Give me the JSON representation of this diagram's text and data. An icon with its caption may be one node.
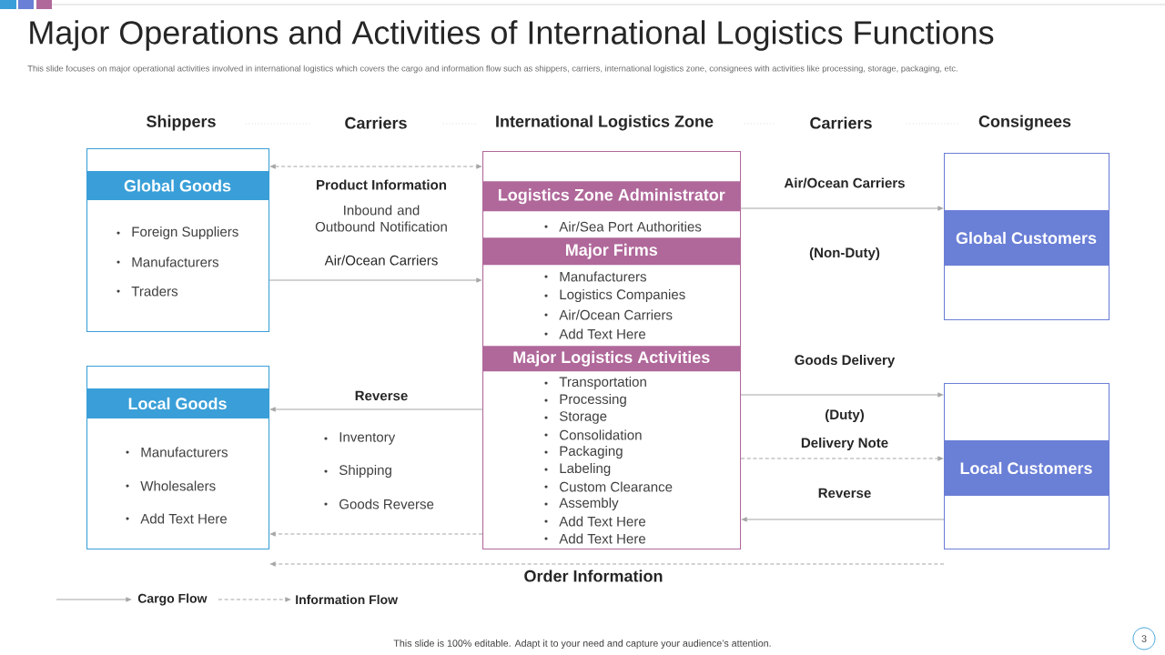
{
  "diagram": {
    "title": "Major Operations and Activities of International Logistics Functions",
    "caption": "This slide focuses on major operational activities involved in international logistics which covers the cargo and information flow such as shippers, carriers, international logistics zone, consignees with activities like processing, storage, packaging, etc.",
    "nodes": [
      {
        "text": [
          "Global Goods",
          "Foreign Suppliers",
          "Manufacturers",
          "Traders"
        ]
      },
      {
        "text": [
          "Local Goods",
          "Manufacturers",
          "Wholesalers",
          "Add Text Here"
        ]
      },
      {
        "text": [],
        "shape": "box"
      },
      {
        "text": [
          "Logistics Zone Administrator",
          "Air/Sea Port Authorities"
        ],
        "in": 2
      },
      {
        "text": [
          "Major Firms",
          "Manufacturers",
          "Logistics Companies",
          "Air/Ocean Carriers",
          "Add Text Here"
        ],
        "in": 2
      },
      {
        "text": [
          "Major Logistics Activities",
          "Transportation",
          "Processing",
          "Storage",
          "Consolidation",
          "Packaging",
          "Labeling",
          "Custom Clearance",
          "Assembly",
          "Add Text Here",
          "Add Text Here"
        ],
        "in": 2
      },
      {
        "text": [
          "Global Customers"
        ]
      },
      {
        "text": [
          "Local Customers"
        ]
      }
    ],
    "edges": [
      {
        "from": 0,
        "to": 2,
        "arrow": "both",
        "style": "dashed",
        "label": "Product Information"
      },
      {
        "from": 0,
        "to": 2,
        "arrow": "to",
        "label": "Air/Ocean Carriers"
      },
      {
        "from": 2,
        "to": 1,
        "arrow": "to",
        "label": "Reverse"
      },
      {
        "from": 2,
        "to": 1,
        "arrow": "to",
        "style": "dashed"
      },
      {
        "from": 2,
        "to": 6,
        "arrow": "to",
        "label": "Air/Ocean Carriers"
      },
      {
        "from": 2,
        "to": 7,
        "arrow": "to",
        "label": "Goods Delivery"
      },
      {
        "from": 2,
        "to": 7,
        "arrow": "to",
        "style": "dashed",
        "label": "Delivery Note"
      },
      {
        "from": 7,
        "to": 2,
        "arrow": "to",
        "label": "Reverse"
      },
      {
        "from": 7,
        "to": 1,
        "arrow": "to",
        "style": "dashed",
        "label": "Order Information"
      }
    ],
    "labels": [
      "Shippers",
      "Carriers",
      "International Logistics Zone",
      "Carriers",
      "Consignees",
      "Inbound and Outbound Notification",
      "(Non-Duty)",
      "Inventory",
      "Shipping",
      "Goods Reverse",
      "(Duty)",
      "This slide is 100% editable. Adapt it to your need and capture your audience’s attention.",
      "3"
    ],
    "legend": [
      {
        "text": "Cargo Flow"
      },
      {
        "text": "Information Flow"
      }
    ]
  }
}
